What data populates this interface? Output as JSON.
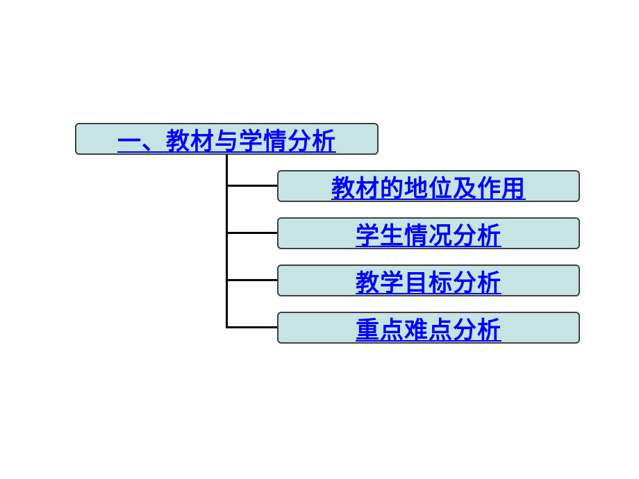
{
  "diagram": {
    "root": {
      "label": "一、教材与学情分析"
    },
    "children": [
      {
        "label": "教材的地位及作用"
      },
      {
        "label": "学生情况分析"
      },
      {
        "label": "教学目标分析"
      },
      {
        "label": "重点难点分析"
      }
    ]
  },
  "colors": {
    "box_fill": "#c7e4e4",
    "box_border": "#404040",
    "link_text": "#0000ff",
    "connector": "#000000",
    "background": "#ffffff"
  }
}
